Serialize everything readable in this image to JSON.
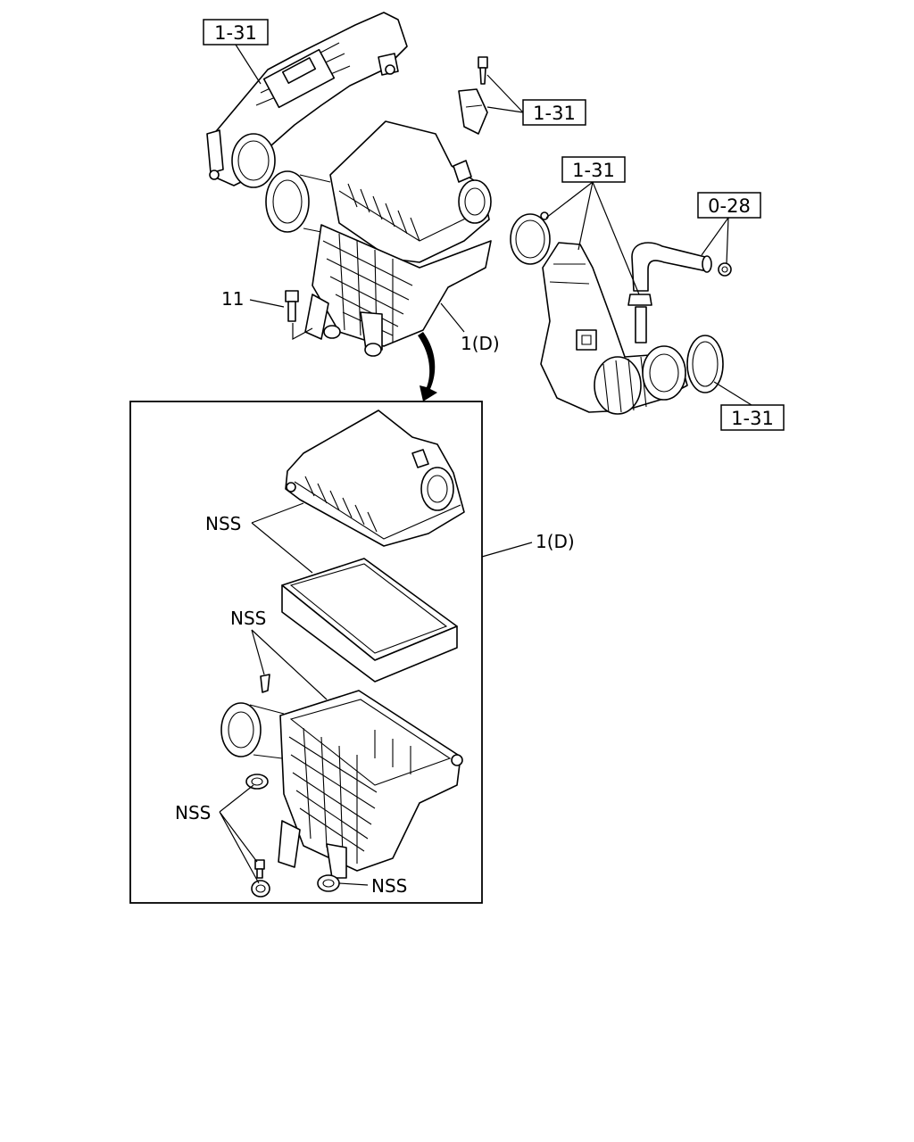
{
  "labels": {
    "ref_1_31": "1-31",
    "ref_0_28": "0-28",
    "bolt_11": "11",
    "assembly_1d": "1(D)",
    "nss": "NSS"
  }
}
